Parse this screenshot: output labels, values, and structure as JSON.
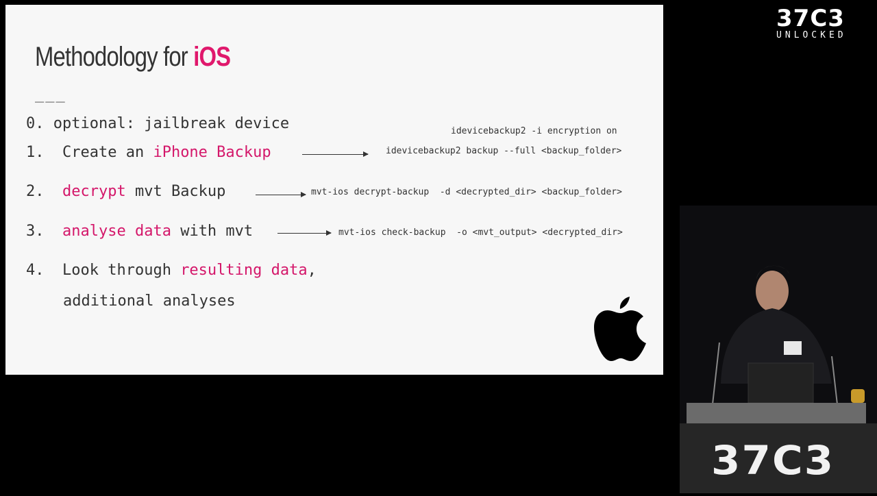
{
  "slide": {
    "title_prefix": "Methodology for ",
    "title_accent": "iOS",
    "separator": "___",
    "steps": [
      {
        "number": "0.",
        "text": "optional: jailbreak device"
      },
      {
        "number": "1.",
        "text_before": "Create an ",
        "highlight": "iPhone Backup"
      },
      {
        "number": "2.",
        "highlight": "decrypt",
        "text_after": " mvt Backup"
      },
      {
        "number": "3.",
        "highlight": "analyse data",
        "text_after": " with mvt"
      },
      {
        "number": "4.",
        "text_before": "Look through ",
        "highlight": "resulting data",
        "text_after": ",",
        "line2": "additional analyses"
      }
    ],
    "commands": {
      "encryption": "idevicebackup2 -i encryption on",
      "backup": "idevicebackup2 backup --full <backup_folder>",
      "decrypt": "mvt-ios decrypt-backup  -d <decrypted_dir> <backup_folder>",
      "check": "mvt-ios check-backup  -o <mvt_output> <decrypted_dir>"
    },
    "logo_icon": "apple-logo-icon",
    "accent_color": "#e0186c"
  },
  "branding": {
    "top_logo_main": "37C3",
    "top_logo_sub": "UNLOCKED",
    "bottom_logo": "37C3"
  }
}
